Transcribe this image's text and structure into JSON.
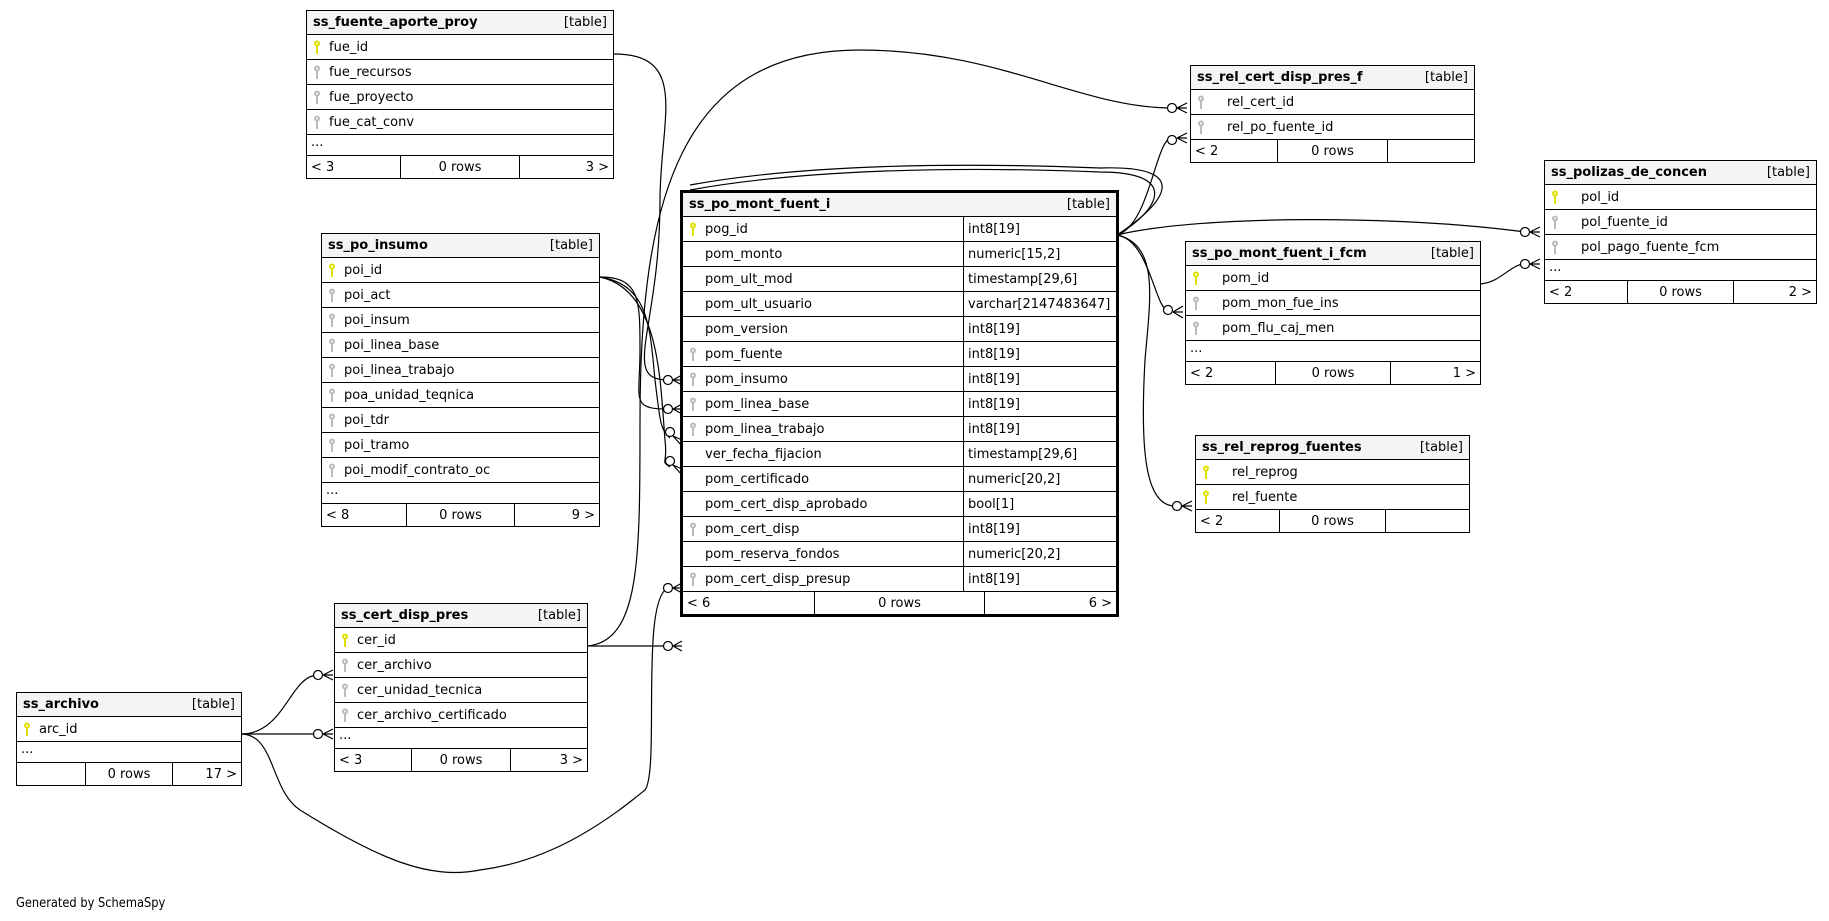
{
  "footer_credit": "Generated by SchemaSpy",
  "colors": {
    "pk_key": "#e0e000",
    "fk_key": "#bbbbbb",
    "header_bg": "#f4f4f4",
    "line": "#000000"
  },
  "tables": {
    "ss_fuente_aporte_proy": {
      "name": "ss_fuente_aporte_proy",
      "type": "[table]",
      "columns": [
        {
          "name": "fue_id",
          "key": "pk"
        },
        {
          "name": "fue_recursos",
          "key": "fk"
        },
        {
          "name": "fue_proyecto",
          "key": "fk"
        },
        {
          "name": "fue_cat_conv",
          "key": "fk"
        }
      ],
      "ellipsis": "...",
      "footer": {
        "left": "< 3",
        "center": "0 rows",
        "right": "3 >"
      }
    },
    "ss_po_insumo": {
      "name": "ss_po_insumo",
      "type": "[table]",
      "columns": [
        {
          "name": "poi_id",
          "key": "pk"
        },
        {
          "name": "poi_act",
          "key": "fk"
        },
        {
          "name": "poi_insum",
          "key": "fk"
        },
        {
          "name": "poi_linea_base",
          "key": "fk"
        },
        {
          "name": "poi_linea_trabajo",
          "key": "fk"
        },
        {
          "name": "poa_unidad_teqnica",
          "key": "fk"
        },
        {
          "name": "poi_tdr",
          "key": "fk"
        },
        {
          "name": "poi_tramo",
          "key": "fk"
        },
        {
          "name": "poi_modif_contrato_oc",
          "key": "fk"
        }
      ],
      "ellipsis": "...",
      "footer": {
        "left": "< 8",
        "center": "0 rows",
        "right": "9 >"
      }
    },
    "ss_cert_disp_pres": {
      "name": "ss_cert_disp_pres",
      "type": "[table]",
      "columns": [
        {
          "name": "cer_id",
          "key": "pk"
        },
        {
          "name": "cer_archivo",
          "key": "fk"
        },
        {
          "name": "cer_unidad_tecnica",
          "key": "fk"
        },
        {
          "name": "cer_archivo_certificado",
          "key": "fk"
        }
      ],
      "ellipsis": "...",
      "footer": {
        "left": "< 3",
        "center": "0 rows",
        "right": "3 >"
      }
    },
    "ss_archivo": {
      "name": "ss_archivo",
      "type": "[table]",
      "columns": [
        {
          "name": "arc_id",
          "key": "pk"
        }
      ],
      "ellipsis": "...",
      "footer": {
        "left": "",
        "center": "0 rows",
        "right": "17 >"
      }
    },
    "ss_po_mont_fuent_i": {
      "name": "ss_po_mont_fuent_i",
      "type": "[table]",
      "columns": [
        {
          "name": "pog_id",
          "key": "pk",
          "dtype": "int8[19]"
        },
        {
          "name": "pom_monto",
          "key": "none",
          "dtype": "numeric[15,2]"
        },
        {
          "name": "pom_ult_mod",
          "key": "none",
          "dtype": "timestamp[29,6]"
        },
        {
          "name": "pom_ult_usuario",
          "key": "none",
          "dtype": "varchar[2147483647]"
        },
        {
          "name": "pom_version",
          "key": "none",
          "dtype": "int8[19]"
        },
        {
          "name": "pom_fuente",
          "key": "fk",
          "dtype": "int8[19]"
        },
        {
          "name": "pom_insumo",
          "key": "fk",
          "dtype": "int8[19]"
        },
        {
          "name": "pom_linea_base",
          "key": "fk",
          "dtype": "int8[19]"
        },
        {
          "name": "pom_linea_trabajo",
          "key": "fk",
          "dtype": "int8[19]"
        },
        {
          "name": "ver_fecha_fijacion",
          "key": "none",
          "dtype": "timestamp[29,6]"
        },
        {
          "name": "pom_certificado",
          "key": "none",
          "dtype": "numeric[20,2]"
        },
        {
          "name": "pom_cert_disp_aprobado",
          "key": "none",
          "dtype": "bool[1]"
        },
        {
          "name": "pom_cert_disp",
          "key": "fk",
          "dtype": "int8[19]"
        },
        {
          "name": "pom_reserva_fondos",
          "key": "none",
          "dtype": "numeric[20,2]"
        },
        {
          "name": "pom_cert_disp_presup",
          "key": "fk",
          "dtype": "int8[19]"
        }
      ],
      "footer": {
        "left": "< 6",
        "center": "0 rows",
        "right": "6 >"
      }
    },
    "ss_rel_cert_disp_pres_f": {
      "name": "ss_rel_cert_disp_pres_f",
      "type": "[table]",
      "columns": [
        {
          "name": "rel_cert_id",
          "key": "fk"
        },
        {
          "name": "rel_po_fuente_id",
          "key": "fk"
        }
      ],
      "footer": {
        "left": "< 2",
        "center": "0 rows",
        "right": ""
      }
    },
    "ss_polizas_de_concen": {
      "name": "ss_polizas_de_concen",
      "type": "[table]",
      "columns": [
        {
          "name": "pol_id",
          "key": "pk"
        },
        {
          "name": "pol_fuente_id",
          "key": "fk"
        },
        {
          "name": "pol_pago_fuente_fcm",
          "key": "fk"
        }
      ],
      "ellipsis": "...",
      "footer": {
        "left": "< 2",
        "center": "0 rows",
        "right": "2 >"
      }
    },
    "ss_po_mont_fuent_i_fcm": {
      "name": "ss_po_mont_fuent_i_fcm",
      "type": "[table]",
      "columns": [
        {
          "name": "pom_id",
          "key": "pk"
        },
        {
          "name": "pom_mon_fue_ins",
          "key": "fk"
        },
        {
          "name": "pom_flu_caj_men",
          "key": "fk"
        }
      ],
      "ellipsis": "...",
      "footer": {
        "left": "< 2",
        "center": "0 rows",
        "right": "1 >"
      }
    },
    "ss_rel_reprog_fuentes": {
      "name": "ss_rel_reprog_fuentes",
      "type": "[table]",
      "columns": [
        {
          "name": "rel_reprog",
          "key": "pk"
        },
        {
          "name": "rel_fuente",
          "key": "pk"
        }
      ],
      "footer": {
        "left": "< 2",
        "center": "0 rows",
        "right": ""
      }
    }
  },
  "relationships": [
    {
      "from": "ss_fuente_aporte_proy.fue_id",
      "to": "ss_po_mont_fuent_i.pom_fuente"
    },
    {
      "from": "ss_po_insumo.poi_id",
      "to": "ss_po_mont_fuent_i.pom_insumo"
    },
    {
      "from": "ss_po_insumo.poi_id",
      "to": "ss_po_mont_fuent_i.pom_linea_base"
    },
    {
      "from": "ss_po_insumo.poi_id",
      "to": "ss_po_mont_fuent_i.pom_linea_trabajo"
    },
    {
      "from": "ss_cert_disp_pres.cer_id",
      "to": "ss_po_mont_fuent_i.pom_cert_disp_presup"
    },
    {
      "from": "ss_cert_disp_pres.cer_id",
      "to": "ss_rel_cert_disp_pres_f.rel_cert_id"
    },
    {
      "from": "ss_archivo.arc_id",
      "to": "ss_cert_disp_pres.cer_archivo"
    },
    {
      "from": "ss_archivo.arc_id",
      "to": "ss_cert_disp_pres.cer_archivo_certificado"
    },
    {
      "from": "ss_archivo.arc_id",
      "to": "ss_po_mont_fuent_i.pom_cert_disp"
    },
    {
      "from": "ss_po_mont_fuent_i.pog_id",
      "to": "ss_rel_cert_disp_pres_f.rel_po_fuente_id"
    },
    {
      "from": "ss_po_mont_fuent_i.pog_id",
      "to": "ss_polizas_de_concen.pol_fuente_id"
    },
    {
      "from": "ss_po_mont_fuent_i.pog_id",
      "to": "ss_po_mont_fuent_i_fcm.pom_mon_fue_ins"
    },
    {
      "from": "ss_po_mont_fuent_i.pog_id",
      "to": "ss_rel_reprog_fuentes.rel_fuente"
    },
    {
      "from": "ss_po_mont_fuent_i_fcm.pom_id",
      "to": "ss_polizas_de_concen.pol_pago_fuente_fcm"
    }
  ]
}
